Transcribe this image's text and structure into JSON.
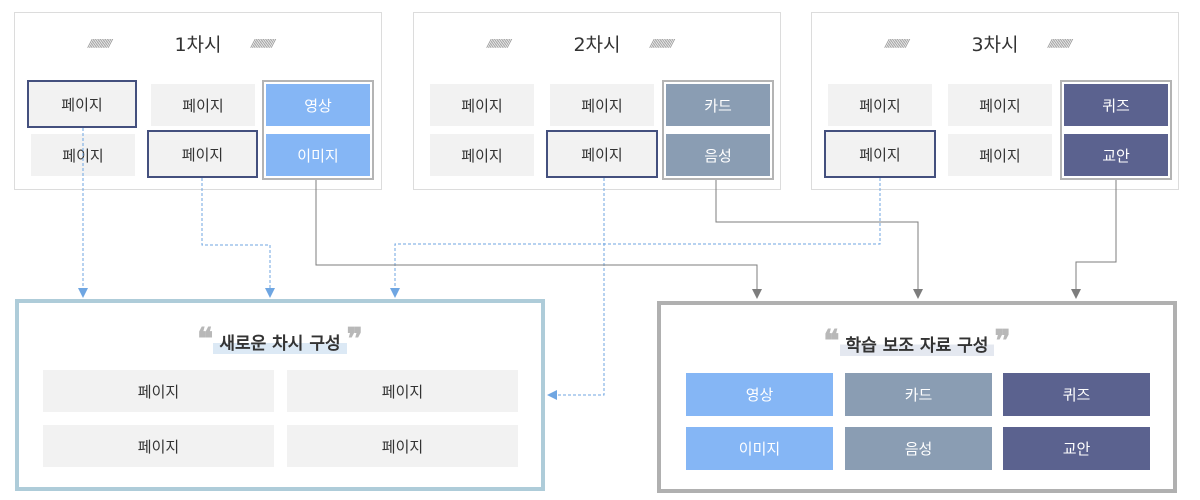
{
  "sessions": [
    {
      "title": "1차시",
      "hatch": "/////////////",
      "pages": [
        "페이지",
        "페이지",
        "페이지",
        "페이지"
      ],
      "media": [
        {
          "label": "영상",
          "color": "#85b6f5"
        },
        {
          "label": "이미지",
          "color": "#85b6f5"
        }
      ]
    },
    {
      "title": "2차시",
      "hatch": "/////////////",
      "pages": [
        "페이지",
        "페이지",
        "페이지",
        "페이지"
      ],
      "media": [
        {
          "label": "카드",
          "color": "#8a9db3"
        },
        {
          "label": "음성",
          "color": "#8a9db3"
        }
      ]
    },
    {
      "title": "3차시",
      "hatch": "/////////////",
      "pages": [
        "페이지",
        "페이지",
        "페이지",
        "페이지"
      ],
      "media": [
        {
          "label": "퀴즈",
          "color": "#5b628f"
        },
        {
          "label": "교안",
          "color": "#5b628f"
        }
      ]
    }
  ],
  "new_session": {
    "title": "새로운 차시 구성",
    "open_quote": "❝",
    "close_quote": "❞",
    "border_color": "#aeccd9",
    "pages": [
      "페이지",
      "페이지",
      "페이지",
      "페이지"
    ]
  },
  "materials": {
    "title": "학습 보조 자료 구성",
    "open_quote": "❝",
    "close_quote": "❞",
    "border_color": "#b0b0b0",
    "items": [
      {
        "label": "영상",
        "color": "#85b6f5"
      },
      {
        "label": "카드",
        "color": "#8a9db3"
      },
      {
        "label": "퀴즈",
        "color": "#5b628f"
      },
      {
        "label": "이미지",
        "color": "#85b6f5"
      },
      {
        "label": "음성",
        "color": "#8a9db3"
      },
      {
        "label": "교안",
        "color": "#5b628f"
      }
    ]
  },
  "colors": {
    "blue_connector": "#6fa6e2",
    "gray_connector": "#7d7d7d",
    "outline": "#44507e"
  }
}
